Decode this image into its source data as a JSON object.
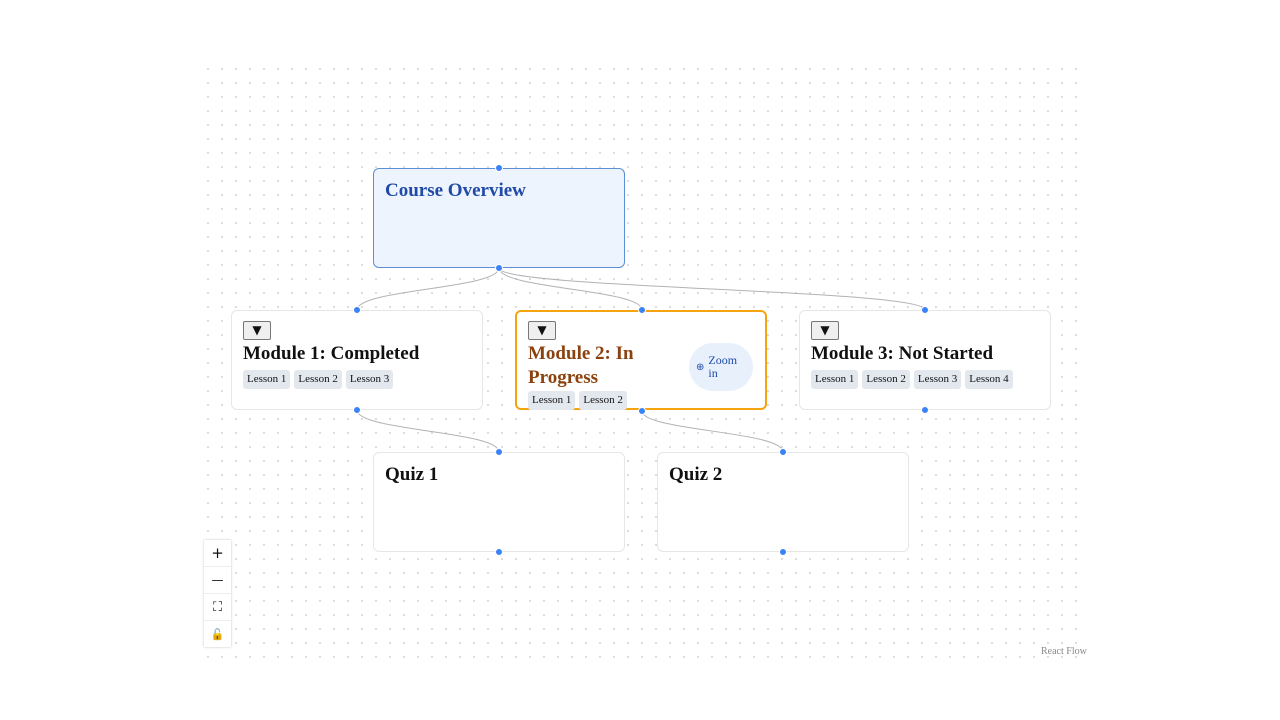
{
  "nodes": {
    "overview": {
      "title": "Course Overview"
    },
    "module1": {
      "toggle": "▼",
      "title": "Module 1: Completed",
      "lessons": [
        "Lesson 1",
        "Lesson 2",
        "Lesson 3"
      ]
    },
    "module2": {
      "toggle": "▼",
      "title": "Module 2: In Progress",
      "lessons": [
        "Lesson 1",
        "Lesson 2"
      ],
      "zoom_label": "Zoom in"
    },
    "module3": {
      "toggle": "▼",
      "title": "Module 3: Not Started",
      "lessons": [
        "Lesson 1",
        "Lesson 2",
        "Lesson 3",
        "Lesson 4"
      ]
    },
    "quiz1": {
      "title": "Quiz 1"
    },
    "quiz2": {
      "title": "Quiz 2"
    }
  },
  "controls": {
    "zoom_in": "+",
    "zoom_out": "—",
    "fit_view": "⛶",
    "lock": "🔓"
  },
  "attribution": "React Flow",
  "colors": {
    "accent": "#3b82f6",
    "active_border": "#f5a30f",
    "overview_border": "#5b8fd6"
  }
}
